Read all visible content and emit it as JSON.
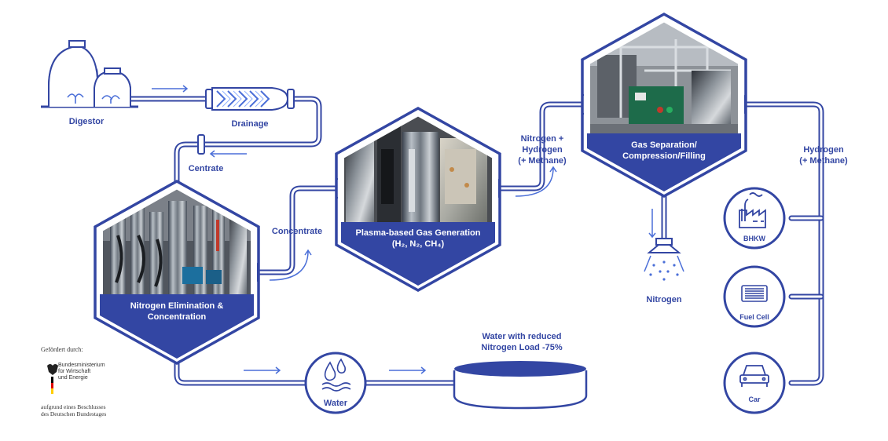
{
  "labels": {
    "digestor": "Digestor",
    "drainage": "Drainage",
    "centrate": "Centrate",
    "concentrate": "Concentrate",
    "nitrogen_hydrogen_1": "Nitrogen +",
    "nitrogen_hydrogen_2": "Hydrogen",
    "nitrogen_hydrogen_3": "(+ Methane)",
    "hydrogen_methane_1": "Hydrogen",
    "hydrogen_methane_2": "(+ Methane)",
    "nitrogen_out": "Nitrogen",
    "water": "Water",
    "water_reduced_1": "Water with reduced",
    "water_reduced_2": "Nitrogen Load -75%",
    "bhkw": "BHKW",
    "fuel_cell": "Fuel Cell",
    "car": "Car"
  },
  "hexagons": {
    "elimination": {
      "line1": "Nitrogen Elimination &",
      "line2": "Concentration"
    },
    "plasma": {
      "line1": "Plasma-based Gas Generation",
      "line2": "(H₂, N₂, CH₄)"
    },
    "separation": {
      "line1": "Gas Separation/",
      "line2": "Compression/Filling"
    }
  },
  "funding": {
    "prefix": "Gefördert durch:",
    "ministry_1": "Bundesministerium",
    "ministry_2": "für Wirtschaft",
    "ministry_3": "und Energie",
    "suffix_1": "aufgrund eines Beschlusses",
    "suffix_2": "des Deutschen Bundestages"
  },
  "icons": {
    "digestor": "digestor-tanks-icon",
    "drainage": "filter-pipe-icon",
    "water": "water-drops-icon",
    "bhkw": "factory-icon",
    "fuel_cell": "fuel-cell-icon",
    "car": "car-icon",
    "nitrogen": "spray-nozzle-icon"
  },
  "colors": {
    "brand_blue": "#3346a3",
    "accent_blue": "#4b6fd8"
  }
}
